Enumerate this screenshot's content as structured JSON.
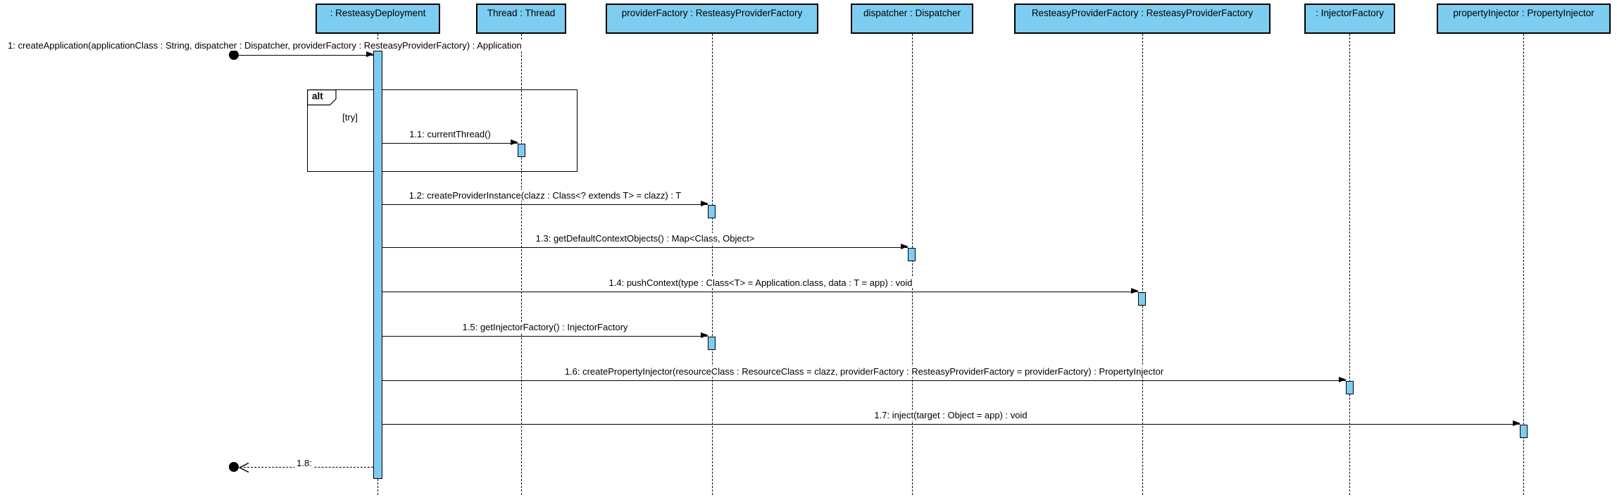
{
  "diagram": {
    "kind": "uml-sequence-diagram",
    "colors": {
      "shape_fill": "#7dcdf0",
      "border": "#000000",
      "background": "#ffffff",
      "text": "#000000"
    },
    "lifelines": [
      {
        "label": ": ResteasyDeployment"
      },
      {
        "label": "Thread : Thread"
      },
      {
        "label": "providerFactory : ResteasyProviderFactory"
      },
      {
        "label": "dispatcher : Dispatcher"
      },
      {
        "label": "ResteasyProviderFactory : ResteasyProviderFactory"
      },
      {
        "label": ": InjectorFactory"
      },
      {
        "label": "propertyInjector : PropertyInjector"
      }
    ],
    "fragment": {
      "operator": "alt",
      "guard": "[try]"
    },
    "messages": [
      {
        "label": "1: createApplication(applicationClass : String, dispatcher : Dispatcher, providerFactory : ResteasyProviderFactory) : Application"
      },
      {
        "label": "1.1: currentThread()"
      },
      {
        "label": "1.2: createProviderInstance(clazz : Class<? extends T> = clazz) : T"
      },
      {
        "label": "1.3: getDefaultContextObjects() : Map<Class, Object>"
      },
      {
        "label": "1.4: pushContext(type : Class<T> = Application.class, data : T = app) : void"
      },
      {
        "label": "1.5: getInjectorFactory() : InjectorFactory"
      },
      {
        "label": "1.6: createPropertyInjector(resourceClass : ResourceClass = clazz, providerFactory : ResteasyProviderFactory = providerFactory) : PropertyInjector"
      },
      {
        "label": "1.7: inject(target : Object = app) : void"
      },
      {
        "label": "1.8:"
      }
    ]
  }
}
